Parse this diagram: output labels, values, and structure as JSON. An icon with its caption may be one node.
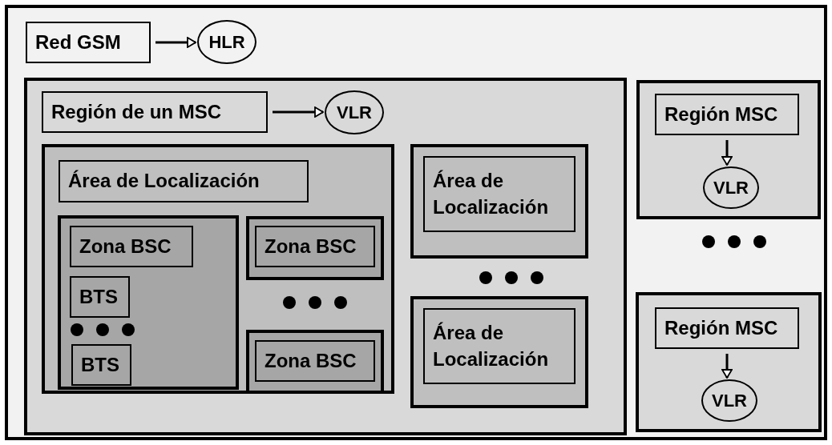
{
  "diagram": {
    "nodes": [
      {
        "text": [],
        "shape": "box"
      },
      {
        "text": [
          "Red GSM"
        ],
        "in": 0
      },
      {
        "text": [
          "HLR"
        ],
        "in": 0
      },
      {
        "text": [],
        "shape": "box",
        "in": 0
      },
      {
        "text": [
          "Región de un MSC"
        ],
        "in": 3
      },
      {
        "text": [
          "VLR"
        ],
        "in": 3
      },
      {
        "text": [],
        "shape": "box",
        "in": 3
      },
      {
        "text": [
          "Área de Localización"
        ],
        "in": 6
      },
      {
        "text": [],
        "shape": "box",
        "in": 6
      },
      {
        "text": [
          "Zona BSC"
        ],
        "in": 8
      },
      {
        "text": [
          "BTS"
        ],
        "in": 8
      },
      {
        "text": [
          "BTS"
        ],
        "in": 8
      },
      {
        "text": [],
        "shape": "box",
        "in": 6
      },
      {
        "text": [
          "Zona BSC"
        ],
        "in": 12
      },
      {
        "text": [],
        "shape": "box",
        "in": 6
      },
      {
        "text": [
          "Zona BSC"
        ],
        "in": 14
      },
      {
        "text": [],
        "shape": "box",
        "in": 3
      },
      {
        "text": [
          "Área de Localización"
        ],
        "in": 16
      },
      {
        "text": [],
        "shape": "box",
        "in": 3
      },
      {
        "text": [
          "Área de Localización"
        ],
        "in": 18
      },
      {
        "text": [],
        "shape": "box",
        "in": 0
      },
      {
        "text": [
          "Región MSC"
        ],
        "in": 20
      },
      {
        "text": [
          "VLR"
        ],
        "in": 20
      },
      {
        "text": [],
        "shape": "box",
        "in": 0
      },
      {
        "text": [
          "Región MSC"
        ],
        "in": 23
      },
      {
        "text": [
          "VLR"
        ],
        "in": 23
      }
    ],
    "edges": [
      {
        "from": 1,
        "to": 2,
        "arrow": "to"
      },
      {
        "from": 4,
        "to": 5,
        "arrow": "to"
      },
      {
        "from": 21,
        "to": 22,
        "arrow": "to"
      },
      {
        "from": 24,
        "to": 25,
        "arrow": "to"
      }
    ]
  }
}
